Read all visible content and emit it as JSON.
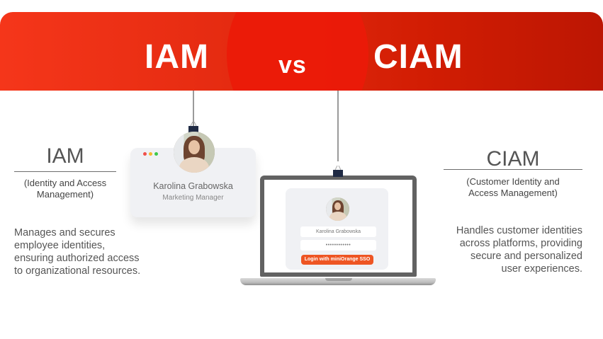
{
  "banner": {
    "left_title": "IAM",
    "vs": "vs",
    "right_title": "CIAM",
    "colors": {
      "start": "#f5361a",
      "end": "#bc1603",
      "center_glow": "#eb1a08"
    }
  },
  "left": {
    "title": "IAM",
    "subtitle_line1": "(Identity and Access",
    "subtitle_line2": "Management)",
    "description_lines": [
      "Manages and secures",
      "employee identities,",
      "ensuring authorized access",
      "to organizational resources."
    ]
  },
  "right": {
    "title": "CIAM",
    "subtitle_line1": "(Customer Identity and",
    "subtitle_line2": "Access Management)",
    "description_lines": [
      "Handles customer identities",
      "across platforms, providing",
      "secure and personalized",
      "user experiences."
    ]
  },
  "profile_card": {
    "name": "Karolina Grabowska",
    "role": "Marketing Manager",
    "window_dots": [
      "#f0504a",
      "#f5b82e",
      "#3ec94b"
    ],
    "icon": "user-photo-avatar"
  },
  "laptop_login": {
    "username_value": "Karolina Grabowska",
    "password_value": "••••••••••••",
    "button_label": "Login with miniOrange SSO",
    "button_color": "#ee5523",
    "icon": "user-photo-avatar"
  }
}
